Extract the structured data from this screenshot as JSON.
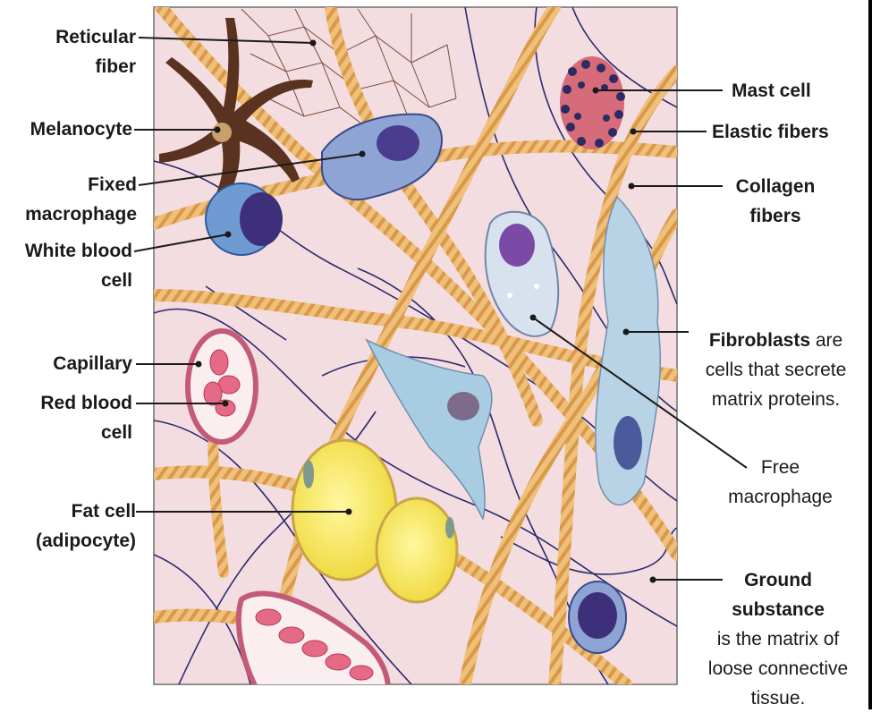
{
  "labels": {
    "reticular_fiber": [
      "Reticular",
      "fiber"
    ],
    "melanocyte": "Melanocyte",
    "fixed_macrophage": [
      "Fixed",
      "macrophage"
    ],
    "white_blood_cell": [
      "White blood",
      "cell"
    ],
    "capillary": "Capillary",
    "red_blood_cell": [
      "Red blood",
      "cell"
    ],
    "fat_cell": [
      "Fat cell",
      "(adipocyte)"
    ],
    "mast_cell": "Mast cell",
    "elastic_fibers": "Elastic fibers",
    "collagen_fibers": [
      "Collagen",
      "fibers"
    ],
    "fibroblasts": {
      "bold": "Fibroblasts",
      "rest": " are",
      "line2": "cells that secrete",
      "line3": "matrix proteins."
    },
    "free_macrophage": [
      "Free",
      "macrophage"
    ],
    "ground_substance": {
      "line1": "Ground",
      "line2": "substance",
      "line3": "is the matrix of",
      "line4": "loose connective",
      "line5": "tissue."
    }
  },
  "colors": {
    "background": "#f3d9dd",
    "collagen": "#e8b872",
    "elastic": "#2b2a6e",
    "fat": "#f7ea4a",
    "fibroblast": "#b9d3e6",
    "melanocyte": "#5a3220"
  }
}
